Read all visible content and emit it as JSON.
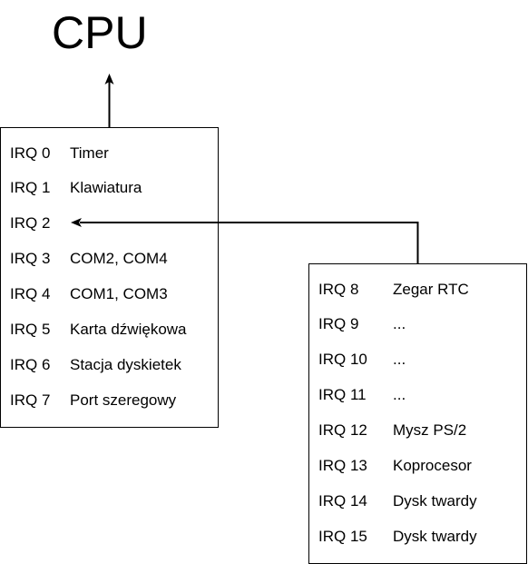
{
  "title": "CPU",
  "primary": [
    {
      "irq": "IRQ 0",
      "device": "Timer"
    },
    {
      "irq": "IRQ 1",
      "device": "Klawiatura"
    },
    {
      "irq": "IRQ 2",
      "device": ""
    },
    {
      "irq": "IRQ 3",
      "device": "COM2, COM4"
    },
    {
      "irq": "IRQ 4",
      "device": "COM1, COM3"
    },
    {
      "irq": "IRQ 5",
      "device": "Karta dźwiękowa"
    },
    {
      "irq": "IRQ 6",
      "device": "Stacja dyskietek"
    },
    {
      "irq": "IRQ 7",
      "device": "Port szeregowy"
    }
  ],
  "secondary": [
    {
      "irq": "IRQ 8",
      "device": "Zegar RTC"
    },
    {
      "irq": "IRQ 9",
      "device": "..."
    },
    {
      "irq": "IRQ 10",
      "device": "..."
    },
    {
      "irq": "IRQ 11",
      "device": "..."
    },
    {
      "irq": "IRQ 12",
      "device": "Mysz PS/2"
    },
    {
      "irq": "IRQ 13",
      "device": "Koprocesor"
    },
    {
      "irq": "IRQ 14",
      "device": "Dysk twardy"
    },
    {
      "irq": "IRQ 15",
      "device": "Dysk twardy"
    }
  ]
}
